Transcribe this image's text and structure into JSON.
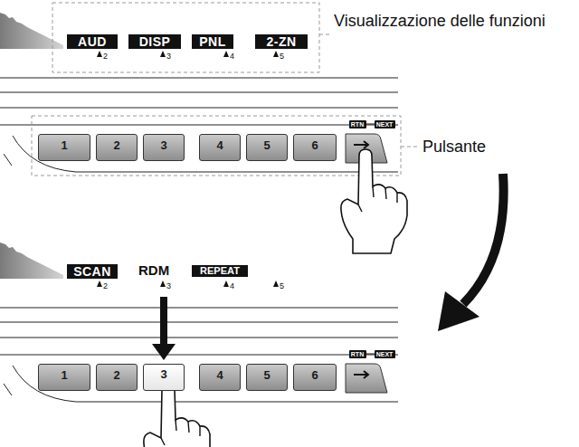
{
  "diagram": {
    "nodes": [
      {
        "text": [
          "AUD"
        ]
      },
      {
        "text": [
          "DISP"
        ]
      },
      {
        "text": [
          "PNL"
        ]
      },
      {
        "text": [
          "2-ZN"
        ]
      },
      {
        "text": [
          "RTN"
        ]
      },
      {
        "text": [
          "NEXT"
        ]
      },
      {
        "text": [
          "1"
        ]
      },
      {
        "text": [
          "2"
        ]
      },
      {
        "text": [
          "3"
        ]
      },
      {
        "text": [
          "4"
        ]
      },
      {
        "text": [
          "5"
        ]
      },
      {
        "text": [
          "6"
        ]
      },
      {
        "text": [
          "SCAN"
        ]
      },
      {
        "text": [
          "REPEAT"
        ]
      },
      {
        "text": [
          "RTN"
        ]
      },
      {
        "text": [
          "NEXT"
        ]
      },
      {
        "text": [
          "1"
        ]
      },
      {
        "text": [
          "2"
        ]
      },
      {
        "text": [
          "3"
        ]
      },
      {
        "text": [
          "4"
        ]
      },
      {
        "text": [
          "5"
        ]
      },
      {
        "text": [
          "6"
        ]
      }
    ],
    "labels": [
      "Visualizzazione delle funzioni",
      "2",
      "3",
      "4",
      "5",
      "Pulsante",
      "RDM",
      "2",
      "3",
      "4",
      "5"
    ]
  }
}
